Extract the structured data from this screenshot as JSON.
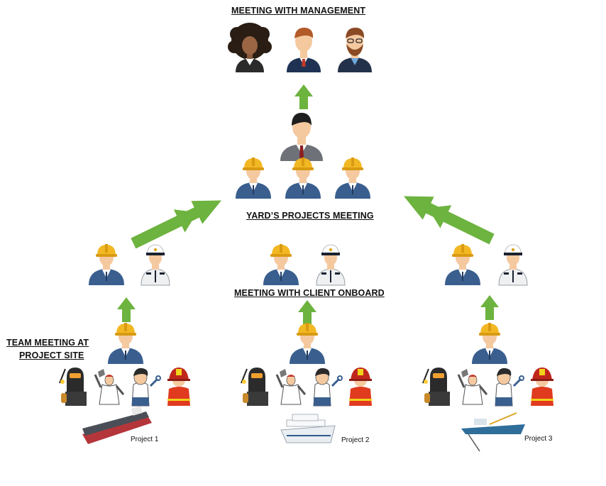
{
  "labels": {
    "management": "MEETING WITH MANAGEMENT",
    "yard": "YARD’S PROJECTS MEETING",
    "client": "MEETING WITH CLIENT ONBOARD",
    "team_line1": "TEAM MEETING AT",
    "team_line2": "PROJECT SITE"
  },
  "projects": [
    "Project 1",
    "Project 2",
    "Project 3"
  ],
  "colors": {
    "arrow": "#6db33f",
    "helmet": "#f2b824",
    "suit_blue": "#3a5f8f",
    "suit_grey": "#6e7178",
    "skin": "#f5c9a0",
    "hull_red": "#b5363a"
  },
  "icons": {
    "management": [
      "woman-manager-icon",
      "man-manager-icon",
      "bearded-manager-icon"
    ],
    "yard_manager": "businessman-icon",
    "engineer": "engineer-helmet-icon",
    "captain": "ship-captain-icon",
    "workers": [
      "welder-icon",
      "fitter-icon",
      "mechanic-icon",
      "firefighter-icon"
    ],
    "ships": [
      "tanker-ship-icon",
      "cruise-ship-icon",
      "dredger-ship-icon"
    ]
  }
}
